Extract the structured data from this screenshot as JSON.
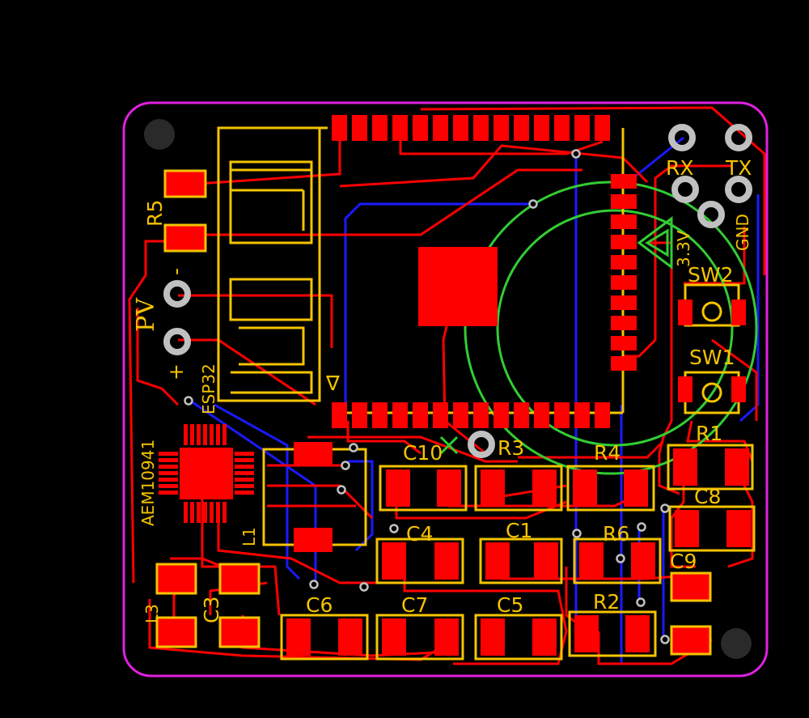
{
  "board": {
    "outline_color": "#e020e0",
    "copper_top_color": "#ff0000",
    "copper_bottom_color": "#1a1aff",
    "silkscreen_color": "#f5c400",
    "courtyard_color": "#33cc33",
    "via_color": "#c0c0c0"
  },
  "module": {
    "designator": "ESP32",
    "antenna_marker": "∇"
  },
  "header": {
    "rx": "RX",
    "tx": "TX",
    "v33": "3.3V",
    "gnd": "GND"
  },
  "pv": {
    "label": "PV",
    "minus": "-",
    "plus": "+"
  },
  "ic": {
    "designator": "AEM10941"
  },
  "inductor": {
    "designator": "L1"
  },
  "switches": {
    "sw1": "SW1",
    "sw2": "SW2"
  },
  "parts": {
    "r1": "R1",
    "r2": "R2",
    "r3": "R3",
    "r4": "R4",
    "r5": "R5",
    "r6": "R6",
    "c1": "C1",
    "c3": "C3",
    "c4": "C4",
    "c5": "C5",
    "c6": "C6",
    "c7": "C7",
    "c8": "C8",
    "c9": "C9",
    "c10": "C10",
    "l3": "L3"
  }
}
